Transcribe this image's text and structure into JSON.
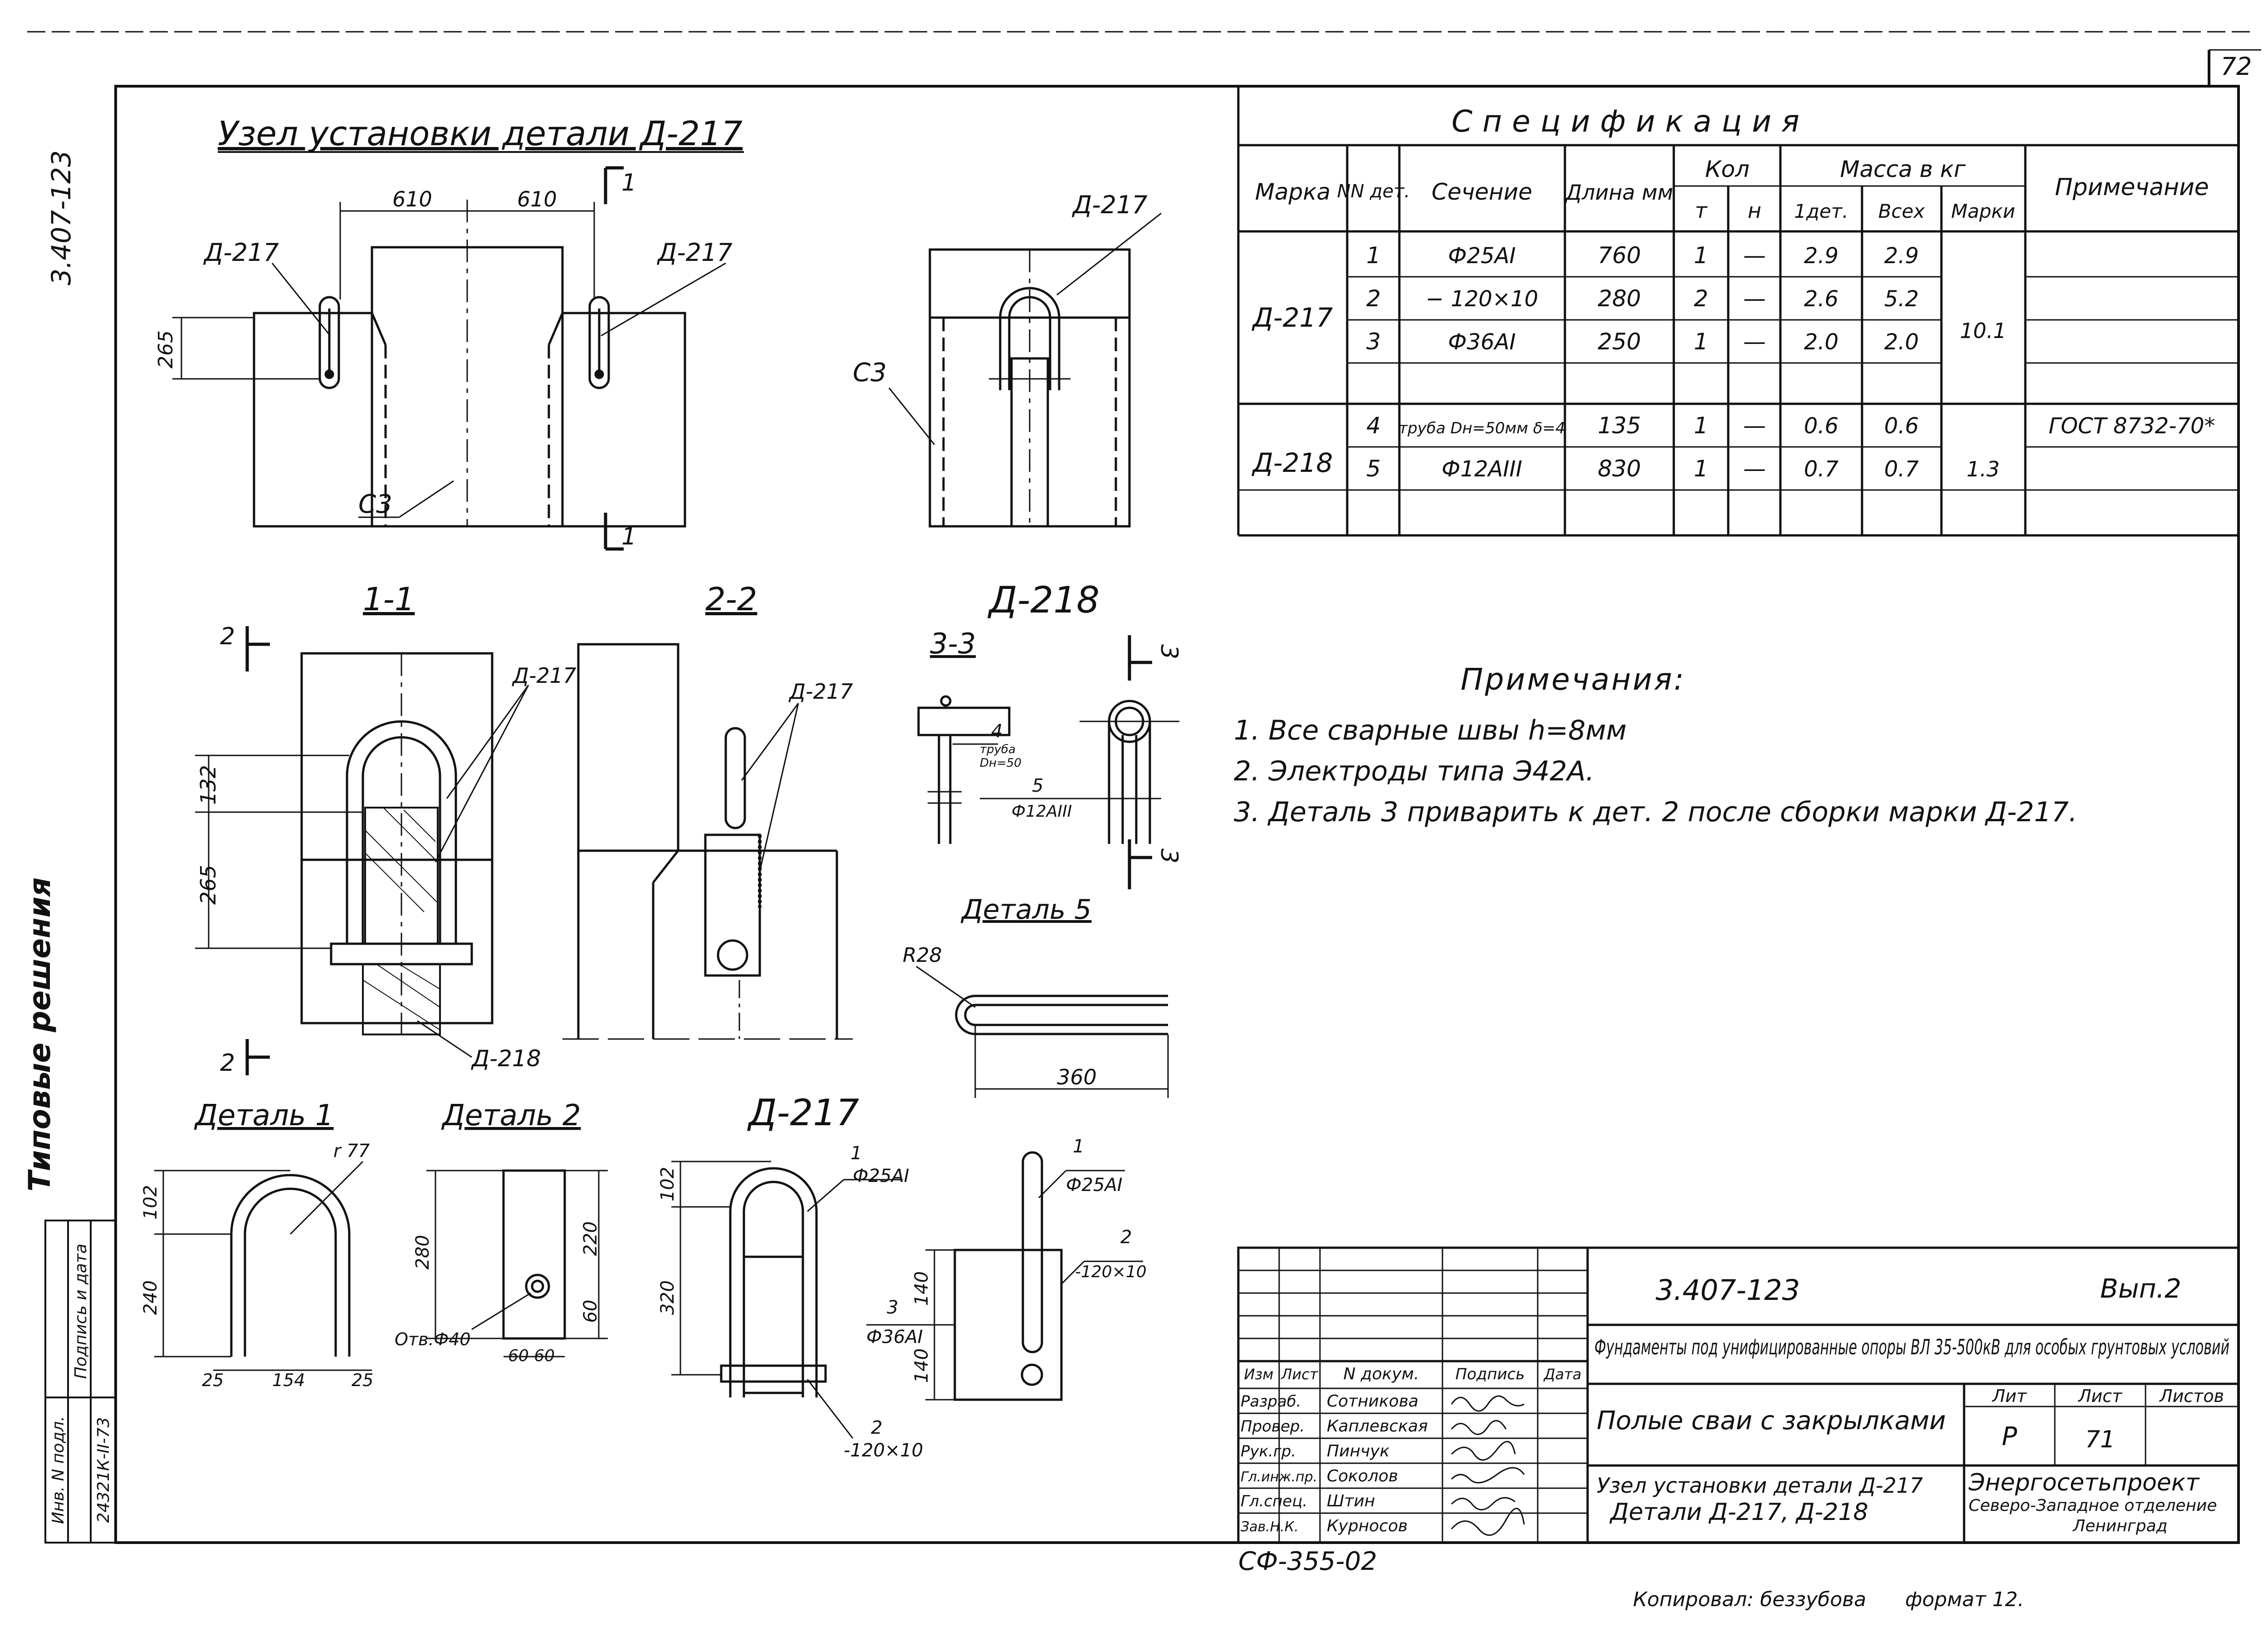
{
  "sheet": {
    "page_number": "72",
    "side_code": "3.407-123",
    "side_title": "Типовые решения",
    "copied_by": "Копировал: беззубова",
    "format": "формат 12.",
    "sf_code": "СФ-355-02",
    "inv_labels": [
      "Инв. N подл.",
      "Подпись и дата"
    ],
    "inv_value": "24321К-II-73"
  },
  "drawing": {
    "main_title": "Узел установки детали Д-217",
    "dim_610": "610",
    "dim_265": "265",
    "dim_132": "132",
    "label_d217": "Д-217",
    "label_d218": "Д-218",
    "label_s3": "С3",
    "section_11": "1-1",
    "section_22": "2-2",
    "section_33": "3-3",
    "cut_1": "1",
    "cut_2": "2",
    "cut_3": "3",
    "d218_title": "Д-218",
    "part4_label": "4",
    "part4_note1": "труба",
    "part4_note2": "Dн=50",
    "part5_label": "5",
    "part5_note": "Ф12АIII",
    "detail5_title": "Деталь 5",
    "r28": "R28",
    "dim_360": "360",
    "detail1_title": "Деталь 1",
    "detail2_title": "Деталь 2",
    "d217_title": "Д-217",
    "r77": "r 77",
    "dim_102": "102",
    "dim_240": "240",
    "dim_25": "25",
    "dim_154": "154",
    "dim_280": "280",
    "dim_220": "220",
    "dim_60": "60",
    "dim_60_60": "60  60",
    "hole_note": "Отв.Ф40",
    "dim_320": "320",
    "dim_140": "140",
    "callout_1": "1",
    "callout_1_note": "Ф25АI",
    "callout_2": "2",
    "callout_2_note": "-120×10",
    "callout_3": "3",
    "callout_3_note": "Ф36АI"
  },
  "spec": {
    "title": "Спецификация",
    "headers": {
      "marka": "Марка",
      "nn": "NN дет.",
      "section": "Сечение",
      "length": "Длина мм",
      "qty": "Кол",
      "qty_t": "т",
      "qty_n": "н",
      "mass": "Масса в кг",
      "mass_1": "1дет.",
      "mass_all": "Всех",
      "mass_mark": "Марки",
      "note": "Примечание"
    },
    "groups": [
      {
        "marka": "Д-217",
        "mark_mass": "10.1",
        "rows": [
          {
            "n": "1",
            "section": "Ф25АI",
            "length": "760",
            "t": "1",
            "n2": "—",
            "m1": "2.9",
            "mall": "2.9",
            "note": ""
          },
          {
            "n": "2",
            "section": "− 120×10",
            "length": "280",
            "t": "2",
            "n2": "—",
            "m1": "2.6",
            "mall": "5.2",
            "note": ""
          },
          {
            "n": "3",
            "section": "Ф36АI",
            "length": "250",
            "t": "1",
            "n2": "—",
            "m1": "2.0",
            "mall": "2.0",
            "note": ""
          }
        ]
      },
      {
        "marka": "Д-218",
        "mark_mass": "1.3",
        "rows": [
          {
            "n": "4",
            "section": "труба Dн=50мм δ=4",
            "length": "135",
            "t": "1",
            "n2": "—",
            "m1": "0.6",
            "mall": "0.6",
            "note": "ГОСТ 8732-70*"
          },
          {
            "n": "5",
            "section": "Ф12АIII",
            "length": "830",
            "t": "1",
            "n2": "—",
            "m1": "0.7",
            "mall": "0.7",
            "note": ""
          }
        ]
      }
    ]
  },
  "notes": {
    "title": "Примечания:",
    "items": [
      "1. Все сварные швы h=8мм",
      "2. Электроды типа Э42А.",
      "3. Деталь 3 приварить к дет. 2  после сборки марки Д-217."
    ]
  },
  "title_block": {
    "code": "3.407-123",
    "issue": "Вып.2",
    "description": "Фундаменты под унифицированные опоры ВЛ 35-500кВ для особых грунтовых условий",
    "col_headers": [
      "Изм",
      "Лист",
      "N докум.",
      "Подпись",
      "Дата"
    ],
    "roles": [
      {
        "role": "Разраб.",
        "name": "Сотникова"
      },
      {
        "role": "Провер.",
        "name": "Каплевская"
      },
      {
        "role": "Рук.гр.",
        "name": "Пинчук"
      },
      {
        "role": "Гл.инж.пр.",
        "name": "Соколов"
      },
      {
        "role": "Гл.спец.",
        "name": "Штин"
      },
      {
        "role": "Зав.Н.К.",
        "name": "Курносов"
      }
    ],
    "doc_title": "Полые сваи с закрылками",
    "lit_header": "Лит",
    "sheet_header": "Лист",
    "sheets_header": "Листов",
    "lit": "Р",
    "sheet": "71",
    "subtitle_1": "Узел установки детали Д-217",
    "subtitle_2": "Детали Д-217, Д-218",
    "org_1": "Энергосетьпроект",
    "org_2": "Северо-Западное отделение",
    "org_3": "Ленинград"
  }
}
